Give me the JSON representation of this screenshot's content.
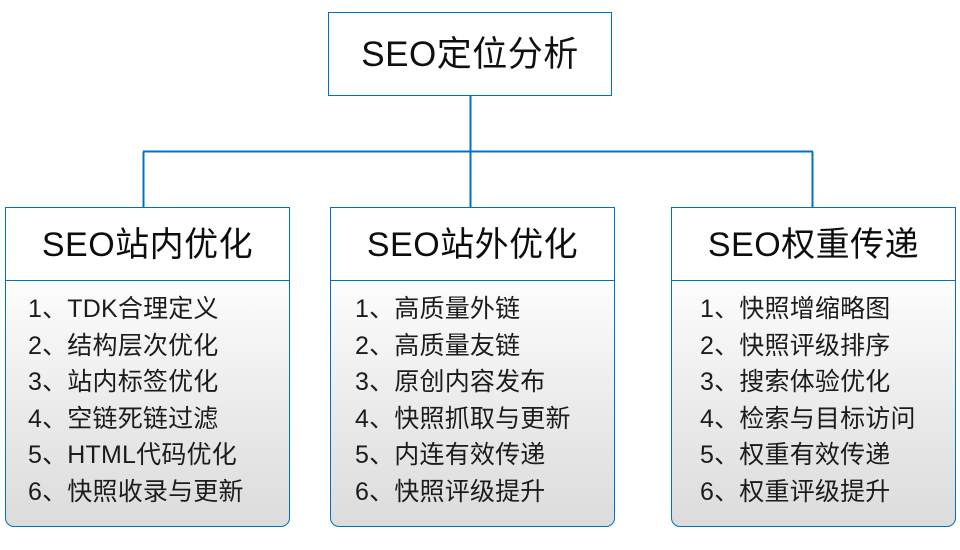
{
  "diagram": {
    "type": "org-tree",
    "colors": {
      "line": "#0070C0",
      "border": "#0070C0",
      "header_fill": "#FFFFFF",
      "body_fill_top": "#FDFDFD",
      "body_fill_bottom": "#DCDCDC",
      "text": "#1C1C1C"
    },
    "root": {
      "label": "SEO定位分析"
    },
    "branches": [
      {
        "id": "on-site",
        "title": "SEO站内优化",
        "items": [
          "1、TDK合理定义",
          "2、结构层次优化",
          "3、站内标签优化",
          "4、空链死链过滤",
          "5、HTML代码优化",
          "6、快照收录与更新"
        ]
      },
      {
        "id": "off-site",
        "title": "SEO站外优化",
        "items": [
          "1、高质量外链",
          "2、高质量友链",
          "3、原创内容发布",
          "4、快照抓取与更新",
          "5、内连有效传递",
          "6、快照评级提升"
        ]
      },
      {
        "id": "weight-transfer",
        "title": "SEO权重传递",
        "items": [
          "1、快照增缩略图",
          "2、快照评级排序",
          "3、搜索体验优化",
          "4、检索与目标访问",
          "5、权重有效传递",
          "6、权重评级提升"
        ]
      }
    ]
  }
}
